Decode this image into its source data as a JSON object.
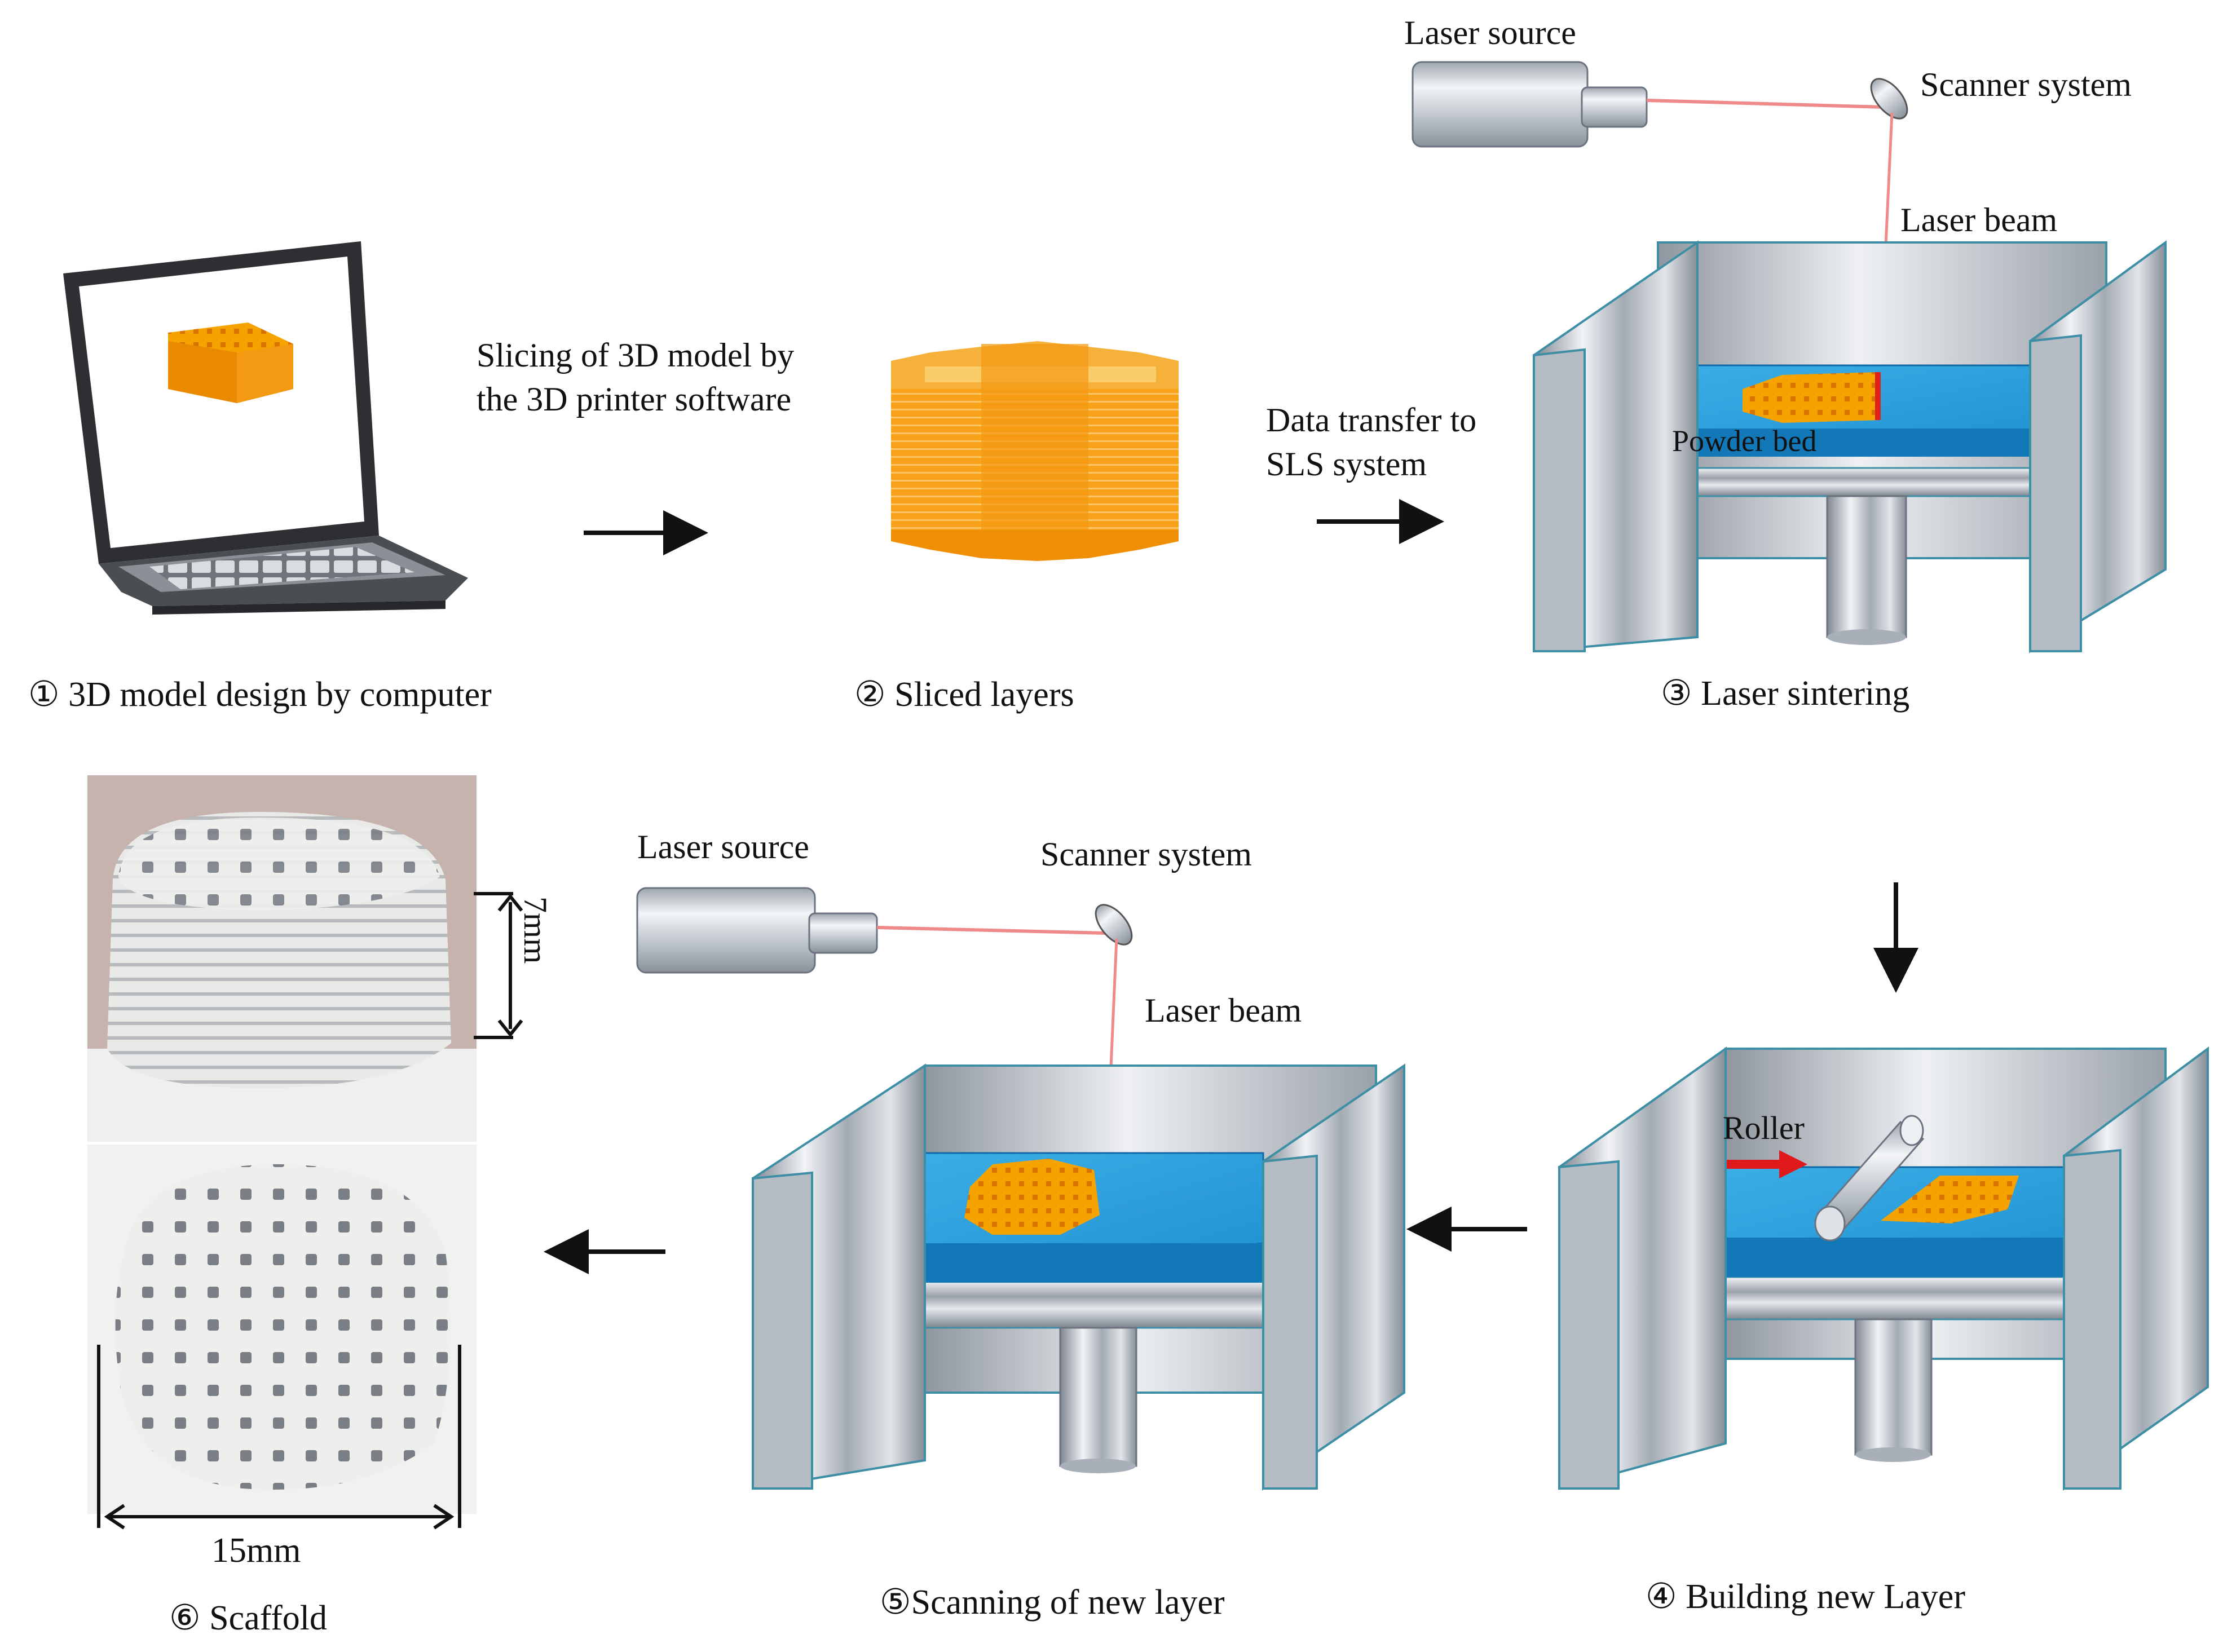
{
  "colors": {
    "accent_orange": "#f59a0c",
    "powder_blue": "#1686c8",
    "frame_steel": "#c7ccd3",
    "frame_edge": "#3e8fa6",
    "laser_red": "#f08a8a",
    "arrow_black": "#111111",
    "arrow_red": "#e01a1a"
  },
  "steps": {
    "s1": "① 3D model  design  by computer",
    "s2": "②   Sliced  layers",
    "s3": "③ Laser sintering",
    "s4": "④ Building  new Layer",
    "s5": "⑤Scanning  of  new layer",
    "s6": "⑥ Scaffold"
  },
  "annotations": {
    "slicing_line1": "Slicing of 3D model by",
    "slicing_line2": "the 3D printer software",
    "transfer_line1": "Data transfer  to",
    "transfer_line2": "SLS system",
    "laser_source_top": "Laser  source",
    "scanner_system_top": "Scanner  system",
    "laser_beam_top": "Laser beam",
    "powder_bed": "Powder bed",
    "laser_source_bottom": "Laser source",
    "scanner_system_bottom": "Scanner  system",
    "laser_beam_bottom": "Laser beam",
    "roller": "Roller",
    "dim_height": "7mm",
    "dim_width": "15mm"
  },
  "icons": {
    "laptop": "laptop-icon",
    "laser": "laser-source-icon",
    "mirror": "scanner-mirror-icon",
    "roller": "roller-icon"
  }
}
